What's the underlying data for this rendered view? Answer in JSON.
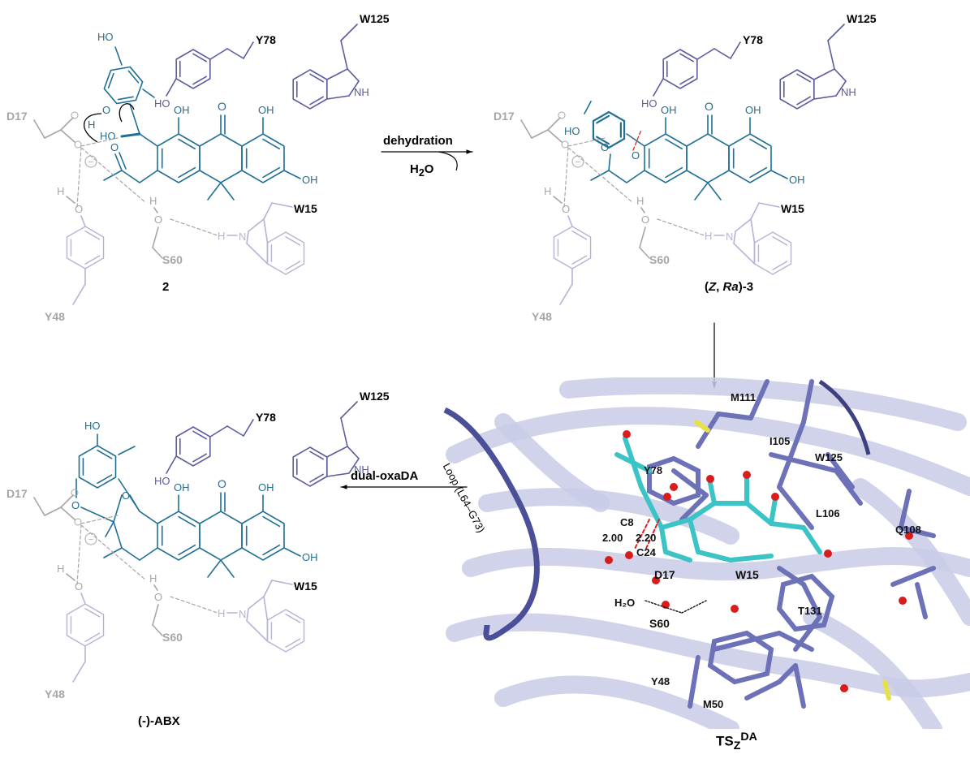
{
  "atoms": {
    "OH": "OH",
    "HO": "HO",
    "O": "O",
    "H": "H",
    "NH": "NH",
    "N": "N",
    "minus": "−"
  },
  "residues": {
    "Y78": "Y78",
    "W125": "W125",
    "D17": "D17",
    "Y48": "Y48",
    "S60": "S60",
    "W15": "W15"
  },
  "compounds": {
    "c2": "2",
    "c3": {
      "open": "(",
      "z": "Z",
      "sep": ", ",
      "ra": "Ra",
      "close": ")-3"
    },
    "abx": "(-)-ABX",
    "ts": {
      "main": "TS",
      "sub": "Z",
      "sup": "DA"
    }
  },
  "arrows": {
    "dehydration": "dehydration",
    "water": {
      "h": "H",
      "sub": "2",
      "o": "O"
    },
    "dual": "dual-oxaDA"
  },
  "structure_3d": {
    "residues": [
      "M111",
      "I105",
      "W125",
      "Y78",
      "L106",
      "Q108",
      "D17",
      "W15",
      "S60",
      "T131",
      "Y48",
      "M50"
    ],
    "atoms": [
      "C8",
      "C24"
    ],
    "distances": [
      "2.00",
      "2.20"
    ],
    "water": "H₂O",
    "loop": "Loop",
    "loop_range": "(L64–G73)"
  },
  "colors": {
    "substrate": "#1f6f96",
    "residue": "#5b5ba0",
    "faded": "#a6a6a6",
    "faded_res": "#b3b3d6",
    "ribbon": "#c9cbe7",
    "stick": "#6c71b8",
    "ligand": "#3cc3c6"
  }
}
